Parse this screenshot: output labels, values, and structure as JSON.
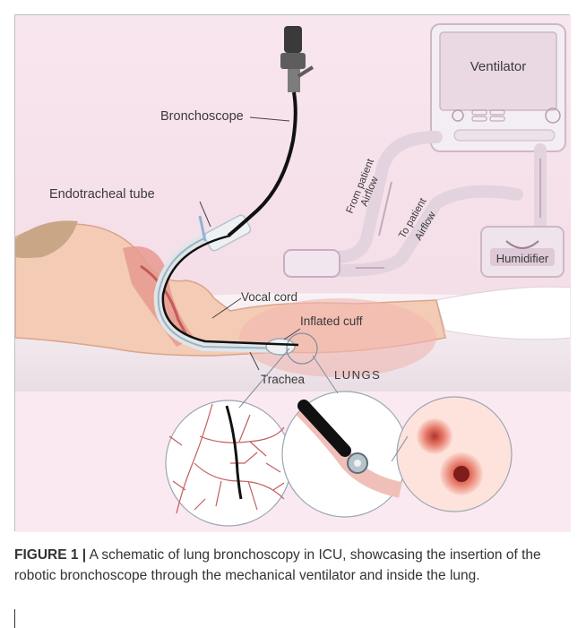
{
  "figure": {
    "labels": {
      "ventilator": "Ventilator",
      "bronchoscope": "Bronchoscope",
      "endotracheal_tube": "Endotracheal tube",
      "from_patient": "From patient",
      "airflow_in": "Airflow",
      "to_patient": "To patient",
      "airflow_out": "Airflow",
      "humidifier": "Humidifier",
      "vocal_cord": "Vocal cord",
      "inflated_cuff": "Inflated cuff",
      "lungs": "LUNGS",
      "trachea": "Trachea"
    },
    "colors": {
      "background_top": "#f7e4ec",
      "background_bottom": "#fbe9f0",
      "skin": "#f3c9b0",
      "tissue": "#e39a8e",
      "airway": "#c96a63",
      "device": "#f2ecf2",
      "device_stroke": "#c9b3c3",
      "scope": "#111111"
    }
  },
  "caption": {
    "label": "FIGURE 1 |",
    "text": " A schematic of lung bronchoscopy in ICU, showcasing the insertion of the robotic bronchoscope through the mechanical ventilator and inside the lung."
  }
}
